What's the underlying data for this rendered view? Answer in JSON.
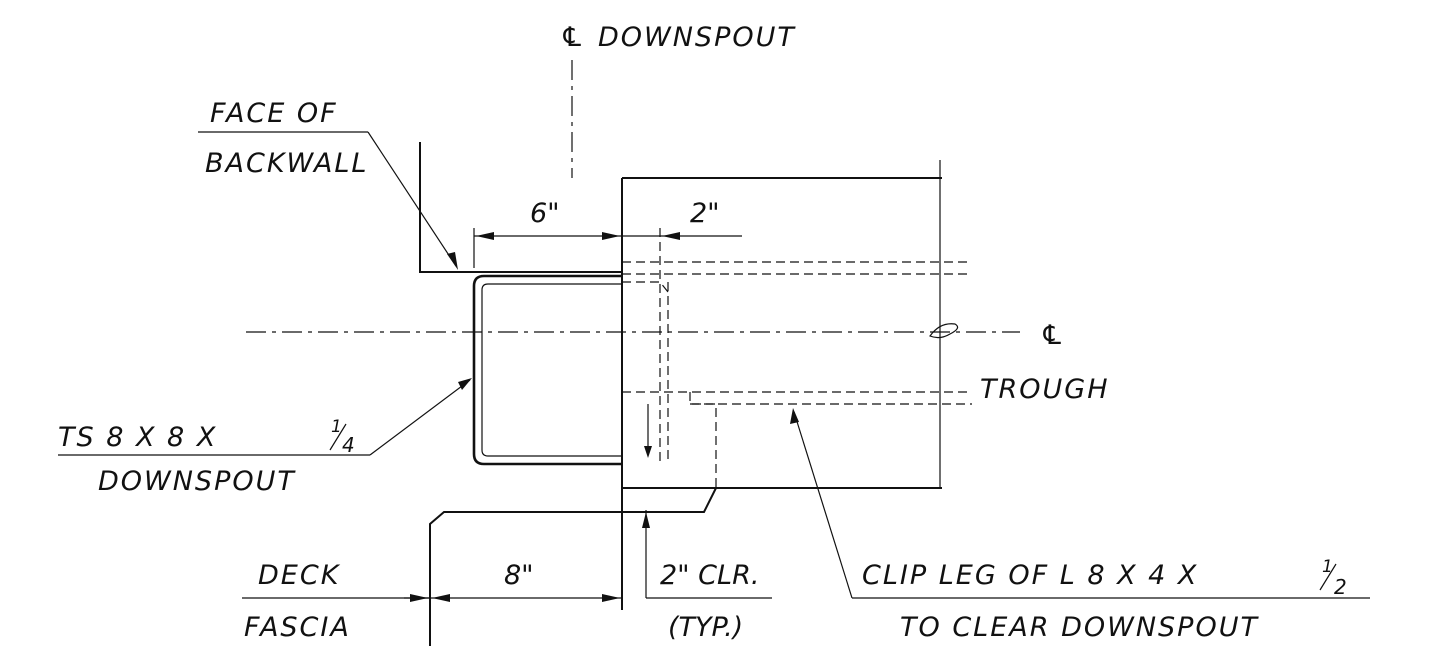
{
  "labels": {
    "cl_downspout_symbol": "℄",
    "cl_downspout_text": "DOWNSPOUT",
    "face_line1": "FACE OF",
    "face_line2": "BACKWALL",
    "dim_6": "6\"",
    "dim_2": "2\"",
    "cl_trough_symbol": "℄",
    "trough": "TROUGH",
    "ts_line1": "TS 8 X 8 X ",
    "ts_frac_num": "1",
    "ts_frac_den": "4",
    "ts_line2": "DOWNSPOUT",
    "deck": "DECK",
    "fascia": "FASCIA",
    "dim_8": "8\"",
    "clr_line1": "2\" CLR.",
    "clr_line2": "(TYP.)",
    "clip_line1": "CLIP LEG OF L 8 X 4 X ",
    "clip_frac_num": "1",
    "clip_frac_den": "2",
    "clip_line2": "TO CLEAR DOWNSPOUT"
  }
}
